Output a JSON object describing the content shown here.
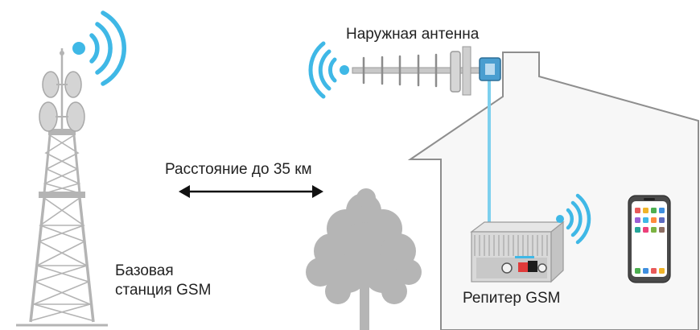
{
  "labels": {
    "outdoor_antenna": "Наружная антенна",
    "distance": "Расстояние до 35 км",
    "base_station_line1": "Базовая",
    "base_station_line2": "станция GSM",
    "repeater": "Репитер GSM"
  },
  "colors": {
    "signal": "#3fb8e6",
    "cable": "#7dd0ee",
    "gray": "#b4b4b4",
    "dark_gray": "#8c8c8c",
    "house_fill": "#f7f7f7",
    "house_stroke": "#8e8e8e",
    "text": "#222222",
    "phone_body": "#4a4a4a"
  },
  "icons": [
    "tower-icon",
    "signal-waves-icon",
    "yagi-antenna-icon",
    "house-icon",
    "tree-icon",
    "repeater-icon",
    "smartphone-icon",
    "double-arrow-icon"
  ]
}
